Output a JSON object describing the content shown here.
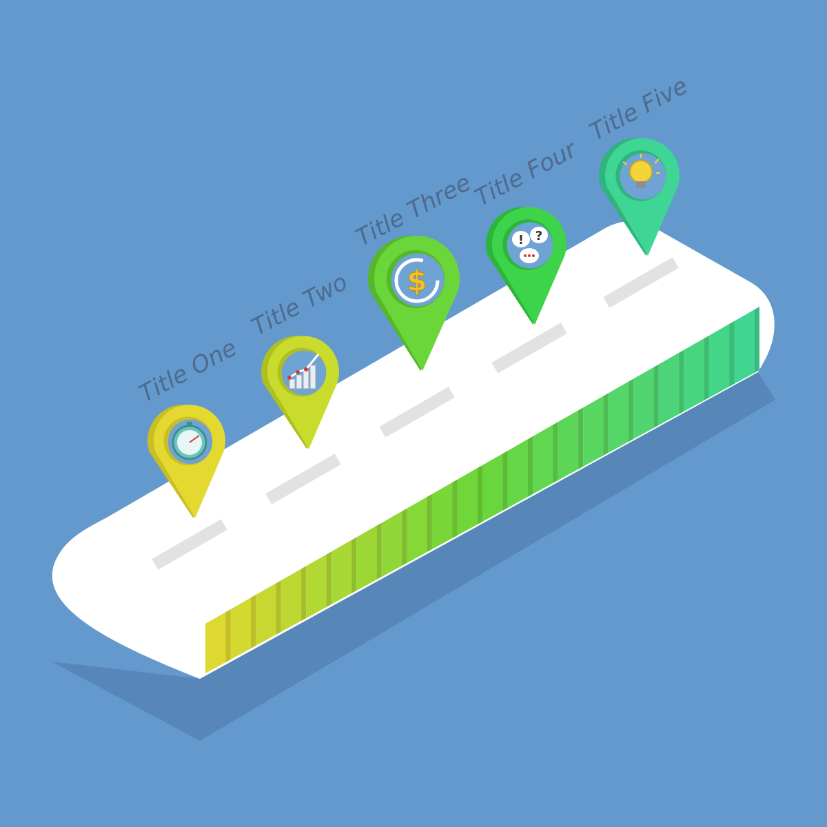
{
  "colors": {
    "background": "#6399CC",
    "shadow": "#5687B8",
    "belt": "#FFFFFF",
    "dash": "#E2E2E2",
    "title": "#4E6A8F",
    "gradient_start": "#E3D930",
    "gradient_mid": "#6BD63A",
    "gradient_end": "#3ED595"
  },
  "steps": [
    {
      "title": "Title One",
      "icon": "stopwatch-icon",
      "color": "#E3D930",
      "side": "#C9BE26"
    },
    {
      "title": "Title Two",
      "icon": "growth-chart-icon",
      "color": "#C9DC2D",
      "side": "#AEBF22"
    },
    {
      "title": "Title Three",
      "icon": "dollar-refresh-icon",
      "color": "#6BD63A",
      "side": "#55B82A"
    },
    {
      "title": "Title Four",
      "icon": "speech-bubbles-icon",
      "color": "#3DD44B",
      "side": "#2DB53B"
    },
    {
      "title": "Title Five",
      "icon": "lightbulb-icon",
      "color": "#3ED595",
      "side": "#2EB47C"
    }
  ]
}
